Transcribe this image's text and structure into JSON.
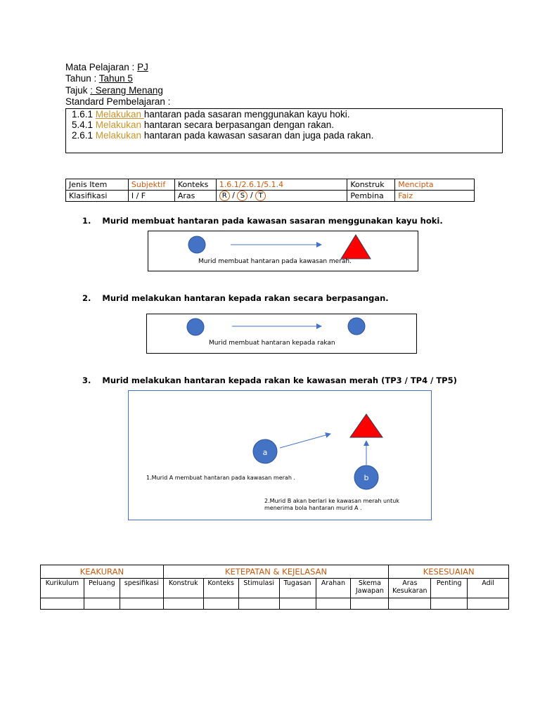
{
  "header": {
    "mata_pelajaran_label": "Mata Pelajaran : ",
    "mata_pelajaran_value": "PJ",
    "tahun_label": "Tahun : ",
    "tahun_value": "Tahun 5",
    "tajuk_label": "Tajuk ",
    "tajuk_value": ": Serang Menang",
    "standard_label": "Standard Pembelajaran :"
  },
  "standards": [
    {
      "code": "1.6.1 ",
      "verb": "Melakukan ",
      "rest": "hantaran pada sasaran menggunakan kayu hoki."
    },
    {
      "code": "5.4.1 ",
      "verb": "Melakukan",
      "rest": " hantaran secara berpasangan dengan rakan."
    },
    {
      "code": "2.6.1 ",
      "verb": "Melakukan",
      "rest": " hantaran pada kawasan sasaran dan juga pada rakan."
    }
  ],
  "item_table": {
    "jenis_item_label": "Jenis  Item",
    "jenis_item_value": "Subjektif",
    "konteks_label": "Konteks",
    "konteks_value": "1.6.1/2.6.1/5.1.4",
    "konstruk_label": "Konstruk",
    "konstruk_value": "Mencipta",
    "klasifikasi_label": "Klasifikasi",
    "klasifikasi_value": "I  /  F",
    "aras_label": "Aras",
    "aras_r": "R",
    "aras_s": "S",
    "aras_t": "T",
    "aras_sep": "/",
    "pembina_label": "Pembina",
    "pembina_value": "Faiz"
  },
  "questions": [
    {
      "number": "1.",
      "text": "Murid membuat hantaran pada kawasan sasaran menggunakan kayu hoki.",
      "caption": "Murid membuat hantaran pada kawasan merah."
    },
    {
      "number": "2.",
      "text": "Murid melakukan hantaran kepada rakan secara berpasangan.",
      "caption": "Murid membuat hantaran kepada rakan"
    },
    {
      "number": "3.",
      "text": "Murid melakukan hantaran kepada rakan ke kawasan merah (TP3 / TP4 / TP5)",
      "label_a": "a",
      "label_b": "b",
      "caption_a": "1.Murid A membuat hantaran pada kawasan merah .",
      "caption_b": "2.Murid B  akan berlari ke kawasan merah untuk menerima bola hantaran murid A ."
    }
  ],
  "colors": {
    "shape_blue": "#4472c4",
    "shape_red": "#ff0000",
    "accent_orange": "#c55a11",
    "verb_gold": "#c8952c"
  },
  "rubric": {
    "groups": [
      "KEAKURAN",
      "KETEPATAN & KEJELASAN",
      "KESESUAIAN"
    ],
    "columns": [
      "Kurikulum",
      "Peluang",
      "spesifikasi",
      "Konstruk",
      "Konteks",
      "Stimulasi",
      "Tugasan",
      "Arahan",
      "Skema Jawapan",
      "Aras Kesukaran",
      "Penting",
      "Adil"
    ]
  }
}
